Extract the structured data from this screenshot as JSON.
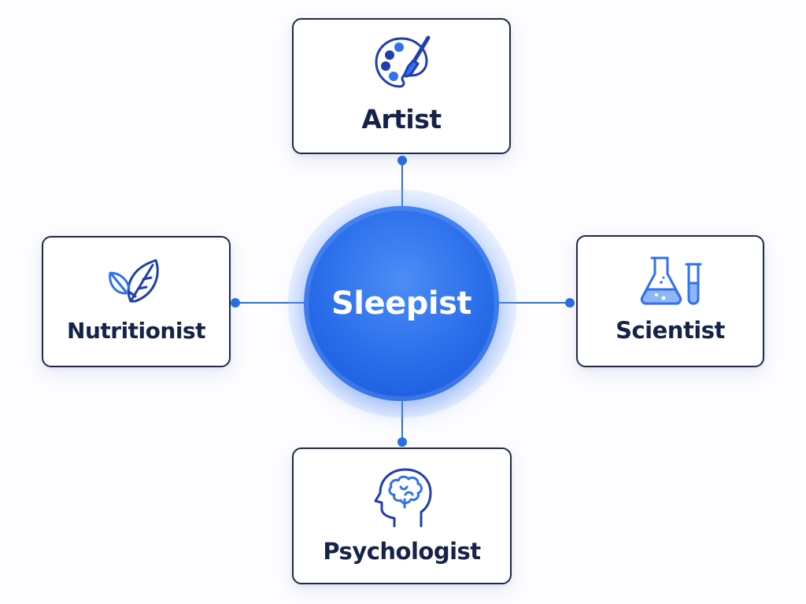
{
  "center": {
    "label": "Sleepist"
  },
  "nodes": {
    "artist": {
      "label": "Artist",
      "icon": "paint-palette-icon"
    },
    "nutritionist": {
      "label": "Nutritionist",
      "icon": "leaf-icon"
    },
    "scientist": {
      "label": "Scientist",
      "icon": "lab-flask-icon"
    },
    "psychologist": {
      "label": "Psychologist",
      "icon": "head-brain-icon"
    }
  },
  "colors": {
    "accent": "#2f72ec",
    "connector": "#2a6fe6",
    "text_dark": "#15224a",
    "card_border": "#1e2a4a"
  }
}
